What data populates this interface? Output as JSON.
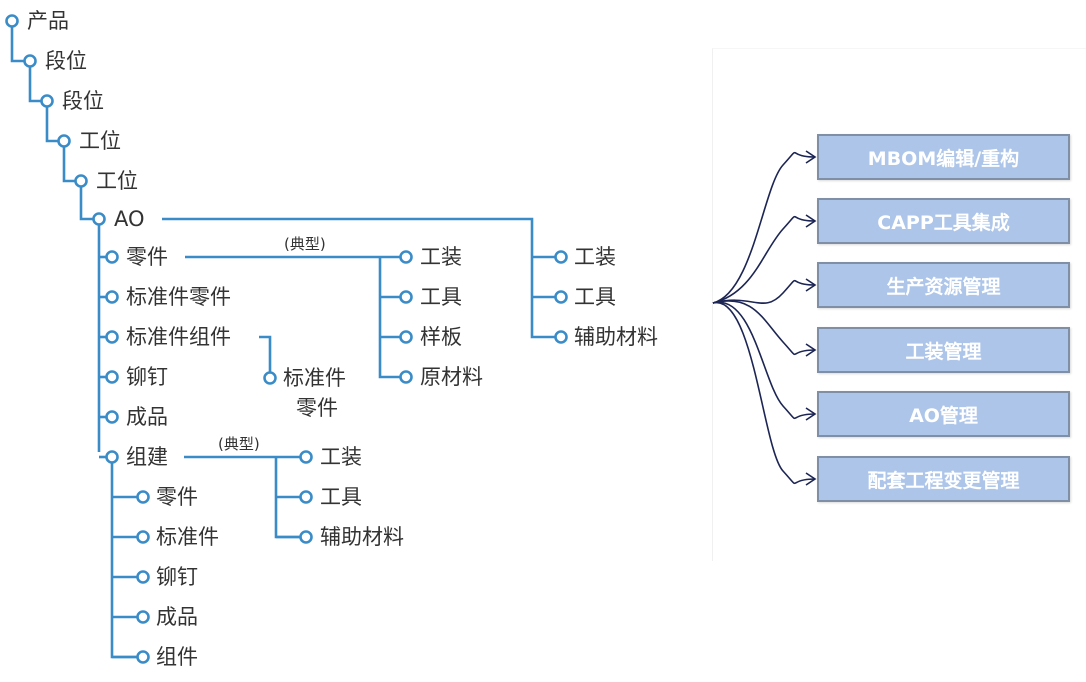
{
  "colors": {
    "tree_line": "#3a8cc8",
    "text": "#333333",
    "box_fill": "#adc5e8",
    "box_border": "#7f8fa6",
    "box_text": "#ffffff",
    "arrow": "#1c2553"
  },
  "tree": {
    "chain": [
      "产品",
      "段位",
      "段位",
      "工位",
      "工位",
      "AO"
    ],
    "ao_children": [
      "零件",
      "标准件零件",
      "标准件组件",
      "铆钉",
      "成品",
      "组建"
    ],
    "std_assembly_child": [
      "标准件",
      "零件"
    ],
    "part_typical_note": "(典型)",
    "part_resources": [
      "工装",
      "工具",
      "样板",
      "原材料"
    ],
    "ao_resources": [
      "工装",
      "工具",
      "辅助材料"
    ],
    "assembly_typical_note": "(典型)",
    "assembly_resources": [
      "工装",
      "工具",
      "辅助材料"
    ],
    "assembly_children": [
      "零件",
      "标准件",
      "铆钉",
      "成品",
      "组件"
    ]
  },
  "functions": {
    "items": [
      "MBOM编辑/重构",
      "CAPP工具集成",
      "生产资源管理",
      "工装管理",
      "AO管理",
      "配套工程变更管理"
    ]
  }
}
